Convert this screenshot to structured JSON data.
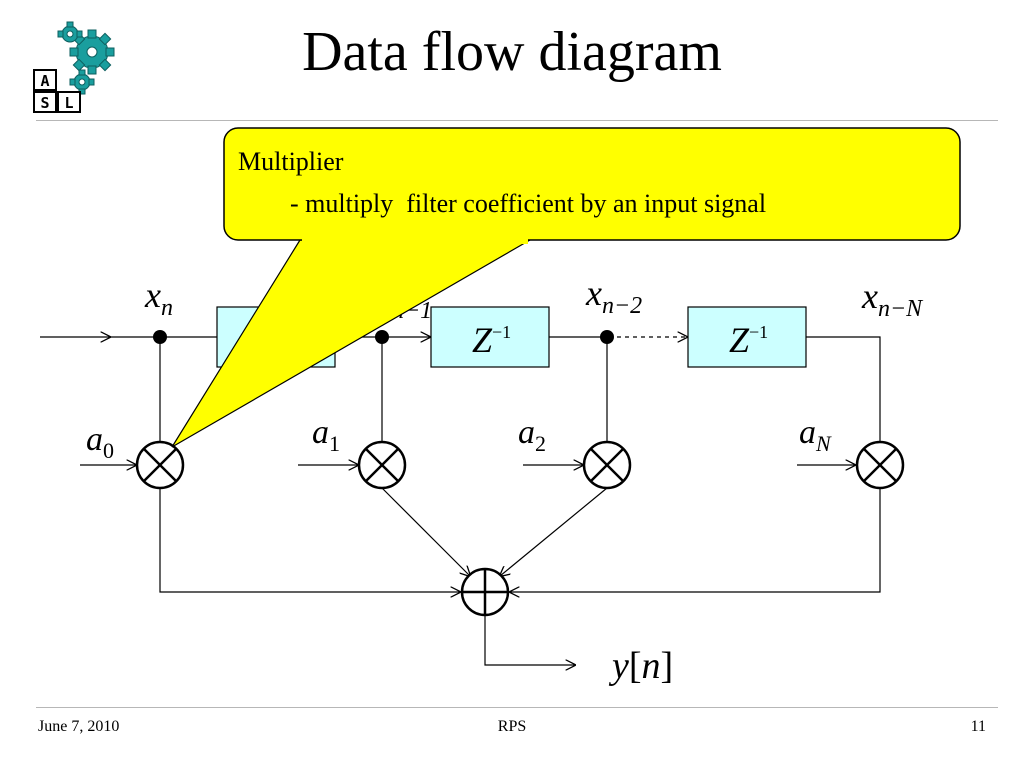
{
  "slide": {
    "title": "Data flow diagram",
    "footer": {
      "date": "June 7, 2010",
      "center": "RPS",
      "page": "11"
    }
  },
  "logo": {
    "letters": [
      "A",
      "S",
      "L"
    ],
    "gear_color": "#1a9e9e"
  },
  "callout": {
    "title": "Multiplier",
    "description": "- multiply  filter coefficient by an input signal",
    "fill_color": "#ffff00"
  },
  "diagram": {
    "colors": {
      "delay_fill": "#ccffff",
      "line": "#000000"
    },
    "delay_label": "Z",
    "delay_exponent": "−1",
    "taps": [
      {
        "x_base": "x",
        "x_sub": "n",
        "coef_base": "a",
        "coef_sub": "0"
      },
      {
        "x_base": "x",
        "x_sub": "n−1",
        "coef_base": "a",
        "coef_sub": "1"
      },
      {
        "x_base": "x",
        "x_sub": "n−2",
        "coef_base": "a",
        "coef_sub": "2"
      },
      {
        "x_base": "x",
        "x_sub": "n−N",
        "coef_base": "a",
        "coef_sub": "N"
      }
    ],
    "output": {
      "base": "y",
      "open": "[",
      "arg": "n",
      "close": "]"
    }
  }
}
